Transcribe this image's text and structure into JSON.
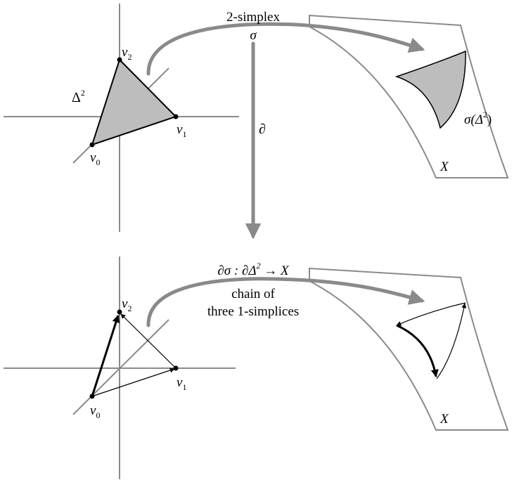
{
  "top": {
    "domain_label": "Δ",
    "domain_label_sup": "2",
    "v0": "v",
    "v0_sub": "0",
    "v1": "v",
    "v1_sub": "1",
    "v2": "v",
    "v2_sub": "2",
    "map_title": "2-simplex",
    "map_symbol": "σ",
    "image_label": "σ(Δ",
    "image_label_sup": "2",
    "image_label_close": ")",
    "space_label": "X"
  },
  "boundary_operator": "∂",
  "bottom": {
    "v0": "v",
    "v0_sub": "0",
    "v1": "v",
    "v1_sub": "1",
    "v2": "v",
    "v2_sub": "2",
    "map_line_1_a": "∂σ : ∂Δ",
    "map_line_1_sup": "2",
    "map_line_1_b": " → X",
    "map_line_2": "chain of",
    "map_line_3": "three 1-simplices",
    "space_label": "X"
  },
  "colors": {
    "gray_arrow": "#8a8a8a",
    "simplex_fill": "#bdbdbd",
    "ink": "#000000"
  }
}
